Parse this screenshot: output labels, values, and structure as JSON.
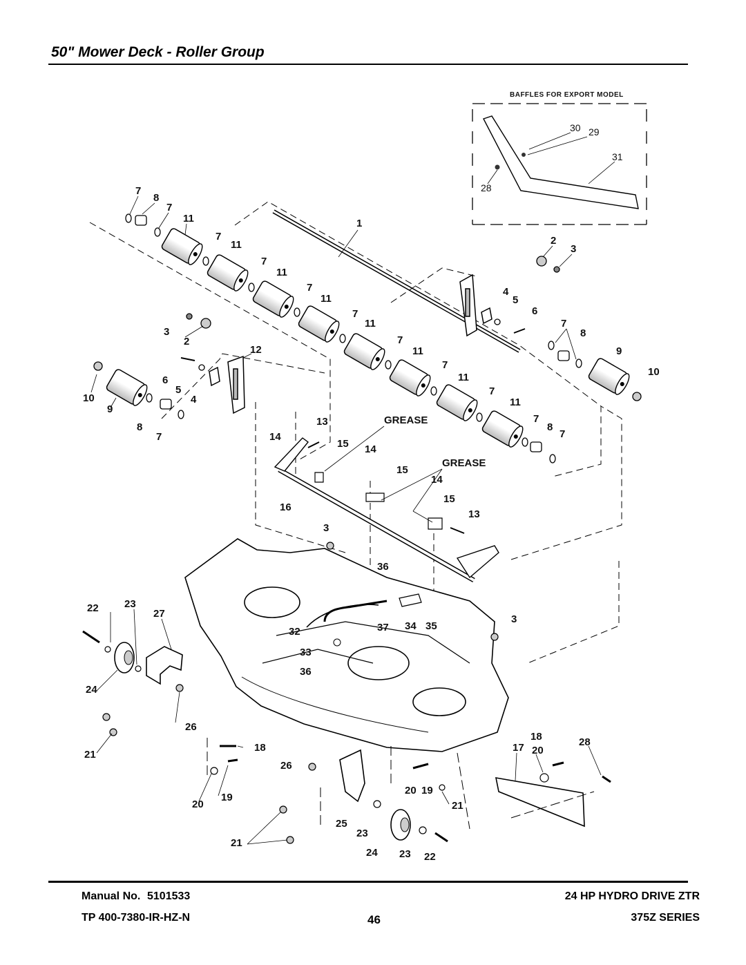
{
  "page": {
    "title": "50\" Mower Deck - Roller Group",
    "page_number": "46"
  },
  "footer": {
    "manual_label": "Manual No.",
    "manual_number": "5101533",
    "tp_number": "TP 400-7380-IR-HZ-N",
    "product": "24 HP HYDRO DRIVE ZTR",
    "series": "375Z SERIES"
  },
  "diagram": {
    "inset_title": "BAFFLES FOR EXPORT MODEL",
    "grease_label": "GREASE",
    "callouts": {
      "inset": [
        "30",
        "29",
        "31",
        "28"
      ],
      "rollers": [
        "7",
        "8",
        "7",
        "11",
        "1",
        "7",
        "11",
        "7",
        "11",
        "7",
        "11",
        "7",
        "11",
        "7",
        "11",
        "7",
        "11",
        "7",
        "11"
      ],
      "right_end": [
        "2",
        "3",
        "4",
        "5",
        "6",
        "7",
        "8",
        "9",
        "10"
      ],
      "left_end": [
        "3",
        "2",
        "12",
        "6",
        "5",
        "4",
        "10",
        "9",
        "8",
        "7"
      ],
      "lower_rollers": [
        "7",
        "8",
        "7"
      ],
      "axle": [
        "13",
        "14",
        "15",
        "14",
        "15",
        "14",
        "15",
        "13",
        "16",
        "3"
      ],
      "deck": [
        "36",
        "22",
        "23",
        "27",
        "32",
        "37",
        "34",
        "35",
        "33",
        "36",
        "3",
        "24",
        "26",
        "21"
      ],
      "bottom": [
        "18",
        "17",
        "20",
        "28",
        "26",
        "20",
        "19",
        "21",
        "20",
        "19",
        "25",
        "23",
        "21",
        "24",
        "23",
        "22"
      ]
    }
  }
}
